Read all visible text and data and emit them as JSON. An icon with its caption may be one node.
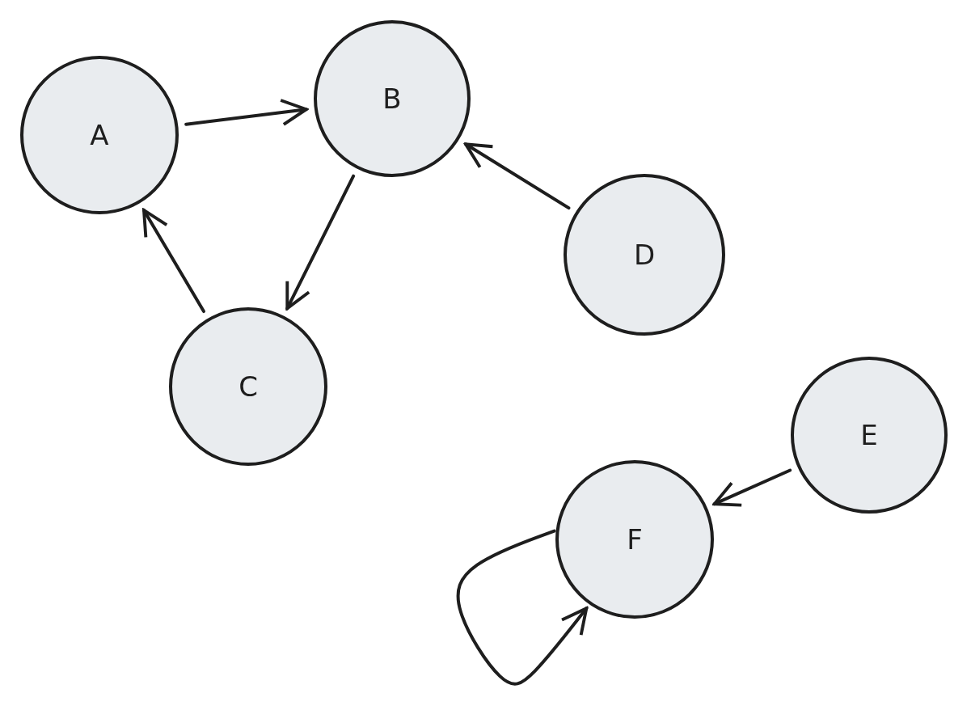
{
  "diagram": {
    "nodes": [
      {
        "text": [
          "A"
        ]
      },
      {
        "text": [
          "B"
        ]
      },
      {
        "text": [
          "C"
        ]
      },
      {
        "text": [
          "D"
        ]
      },
      {
        "text": [
          "E"
        ]
      },
      {
        "text": [
          "F"
        ]
      }
    ],
    "edges": [
      {
        "from": 0,
        "to": 1,
        "arrow": "to"
      },
      {
        "from": 1,
        "to": 2,
        "arrow": "to"
      },
      {
        "from": 2,
        "to": 0,
        "arrow": "to"
      },
      {
        "from": 3,
        "to": 1,
        "arrow": "to"
      },
      {
        "from": 4,
        "to": 5,
        "arrow": "to"
      },
      {
        "from": 5,
        "to": 5,
        "arrow": "to"
      }
    ]
  }
}
